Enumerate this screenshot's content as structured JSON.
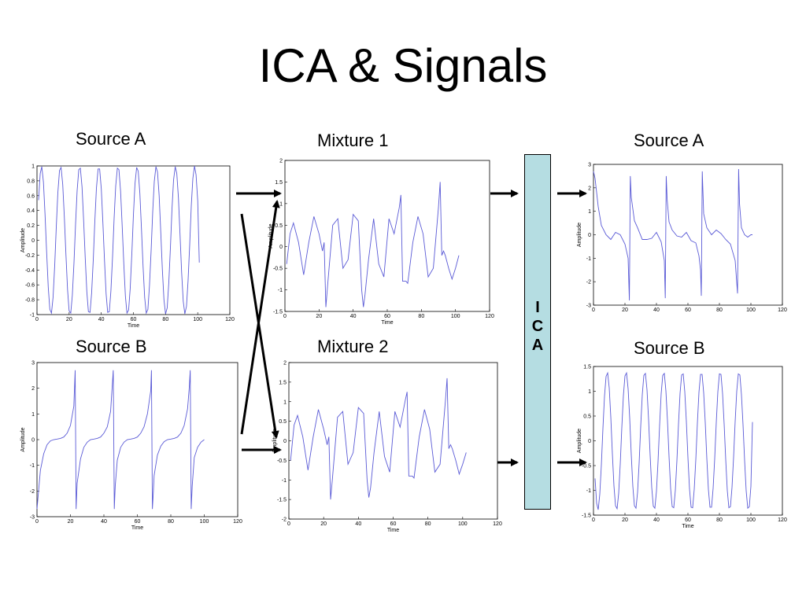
{
  "slide": {
    "title": "ICA & Signals"
  },
  "ica_box": {
    "letters": [
      "I",
      "C",
      "A"
    ],
    "color": "#b5dde2"
  },
  "line_color": "#5a5ad6",
  "chart_data": [
    {
      "id": "source-a-input",
      "label": "Source A",
      "type": "line",
      "xlabel": "Time",
      "ylabel": "Amplitude",
      "xlim": [
        0,
        120
      ],
      "ylim": [
        -1,
        1
      ],
      "xticks": [
        0,
        20,
        40,
        60,
        80,
        100,
        120
      ],
      "yticks": [
        -1,
        -0.8,
        -0.6,
        -0.4,
        -0.2,
        0,
        0.2,
        0.4,
        0.6,
        0.8,
        1
      ],
      "x": [
        1,
        2,
        3,
        4,
        5,
        6,
        7,
        8,
        9,
        10,
        11,
        12,
        13,
        14,
        15,
        16,
        17,
        18,
        19,
        20,
        21,
        22,
        23,
        24,
        25,
        26,
        27,
        28,
        29,
        30,
        31,
        32,
        33,
        34,
        35,
        36,
        37,
        38,
        39,
        40,
        41,
        42,
        43,
        44,
        45,
        46,
        47,
        48,
        49,
        50,
        51,
        52,
        53,
        54,
        55,
        56,
        57,
        58,
        59,
        60,
        61,
        62,
        63,
        64,
        65,
        66,
        67,
        68,
        69,
        70,
        71,
        72,
        73,
        74,
        75,
        76,
        77,
        78,
        79,
        80,
        81,
        82,
        83,
        84,
        85,
        86,
        87,
        88,
        89,
        90,
        91,
        92,
        93,
        94,
        95,
        96,
        97,
        98,
        99,
        100,
        101
      ],
      "y": [
        0.54,
        0.9,
        0.99,
        0.78,
        0.35,
        -0.17,
        -0.63,
        -0.93,
        -0.98,
        -0.77,
        -0.34,
        0.18,
        0.64,
        0.94,
        0.98,
        0.75,
        0.32,
        -0.2,
        -0.66,
        -0.95,
        -0.98,
        -0.74,
        -0.3,
        0.22,
        0.67,
        0.95,
        0.97,
        0.72,
        0.28,
        -0.24,
        -0.69,
        -0.96,
        -0.97,
        -0.71,
        -0.26,
        0.26,
        0.7,
        0.96,
        0.96,
        0.69,
        0.24,
        -0.28,
        -0.72,
        -0.97,
        -0.96,
        -0.68,
        -0.22,
        0.3,
        0.73,
        0.97,
        0.95,
        0.66,
        0.2,
        -0.32,
        -0.75,
        -0.98,
        -0.94,
        -0.65,
        -0.18,
        0.34,
        0.76,
        0.98,
        0.93,
        0.63,
        0.16,
        -0.36,
        -0.77,
        -0.98,
        -0.93,
        -0.61,
        -0.14,
        0.38,
        0.79,
        0.99,
        0.92,
        0.6,
        0.12,
        -0.4,
        -0.8,
        -0.99,
        -0.91,
        -0.58,
        -0.1,
        0.42,
        0.81,
        0.99,
        0.9,
        0.57,
        0.08,
        -0.44,
        -0.82,
        -0.99,
        -0.89,
        -0.55,
        -0.06,
        0.46,
        0.83,
        1.0,
        0.88,
        0.53,
        -0.3
      ]
    },
    {
      "id": "source-b-input",
      "label": "Source B",
      "type": "line",
      "xlabel": "Time",
      "ylabel": "Amplitude",
      "xlim": [
        0,
        120
      ],
      "ylim": [
        -3,
        3
      ],
      "xticks": [
        0,
        20,
        40,
        60,
        80,
        100,
        120
      ],
      "yticks": [
        -3,
        -2,
        -1,
        0,
        1,
        2,
        3
      ],
      "x": [
        0,
        2,
        4,
        6,
        8,
        10,
        12,
        14,
        16,
        18,
        20,
        22,
        22.8,
        23.4,
        24,
        26,
        28,
        30,
        32,
        34,
        36,
        38,
        40,
        42,
        44,
        45.6,
        46.2,
        46.8,
        48,
        50,
        52,
        54,
        56,
        58,
        60,
        62,
        64,
        66,
        68,
        68.4,
        69,
        69.6,
        70,
        72,
        74,
        76,
        78,
        80,
        82,
        84,
        86,
        88,
        90,
        91,
        91.6,
        92.2,
        92.8,
        94,
        96,
        98,
        100
      ],
      "y": [
        -2.7,
        -1.2,
        -0.55,
        -0.2,
        -0.05,
        0,
        0.02,
        0.05,
        0.1,
        0.25,
        0.55,
        1.3,
        2.7,
        -2.7,
        -1.7,
        -0.75,
        -0.3,
        -0.1,
        0,
        0.02,
        0.05,
        0.1,
        0.25,
        0.5,
        1.1,
        2.7,
        -2.7,
        -1.8,
        -0.8,
        -0.3,
        -0.1,
        0,
        0.02,
        0.05,
        0.1,
        0.25,
        0.5,
        1.0,
        1.9,
        2.7,
        -2.7,
        -2.0,
        -1.4,
        -0.6,
        -0.25,
        -0.08,
        0,
        0.02,
        0.05,
        0.1,
        0.25,
        0.55,
        1.2,
        2.0,
        2.7,
        -2.7,
        -1.8,
        -0.7,
        -0.3,
        -0.1,
        0
      ]
    },
    {
      "id": "mixture-1",
      "label": "Mixture 1",
      "type": "line",
      "xlabel": "Time",
      "ylabel": "Amplitude",
      "xlim": [
        0,
        120
      ],
      "ylim": [
        -1.5,
        2
      ],
      "xticks": [
        0,
        20,
        40,
        60,
        80,
        100,
        120
      ],
      "yticks": [
        -1.5,
        -1,
        -0.5,
        0,
        0.5,
        1,
        1.5,
        2
      ],
      "x": [
        1,
        3,
        5,
        8,
        11,
        14,
        17,
        20,
        22,
        23,
        24,
        25,
        28,
        31,
        34,
        37,
        40,
        43,
        45,
        46,
        47,
        49,
        52,
        55,
        58,
        61,
        64,
        67,
        68,
        69,
        70,
        71,
        72,
        75,
        78,
        81,
        84,
        87,
        90,
        91,
        92,
        93,
        94,
        96,
        98,
        100,
        102
      ],
      "y": [
        -0.4,
        0.3,
        0.55,
        0.1,
        -0.65,
        0.1,
        0.7,
        0.3,
        -0.1,
        0.1,
        -1.4,
        -0.9,
        0.5,
        0.65,
        -0.5,
        -0.3,
        0.75,
        0.6,
        -1.0,
        -1.4,
        -1.1,
        -0.3,
        0.65,
        -0.4,
        -0.7,
        0.65,
        0.3,
        0.9,
        1.2,
        -0.8,
        -0.8,
        -0.8,
        -0.85,
        0.1,
        0.7,
        0.3,
        -0.7,
        -0.5,
        0.9,
        1.5,
        -0.2,
        -0.1,
        -0.2,
        -0.5,
        -0.75,
        -0.5,
        -0.2
      ]
    },
    {
      "id": "mixture-2",
      "label": "Mixture 2",
      "type": "line",
      "xlabel": "Time",
      "ylabel": "Amplitude",
      "xlim": [
        0,
        120
      ],
      "ylim": [
        -2,
        2
      ],
      "xticks": [
        0,
        20,
        40,
        60,
        80,
        100,
        120
      ],
      "yticks": [
        -2,
        -1.5,
        -1,
        -0.5,
        0,
        0.5,
        1,
        1.5,
        2
      ],
      "x": [
        1,
        3,
        5,
        8,
        11,
        14,
        17,
        20,
        22,
        23,
        24,
        25,
        28,
        31,
        34,
        37,
        40,
        43,
        45,
        46,
        47,
        49,
        52,
        55,
        58,
        61,
        64,
        67,
        68,
        69,
        70,
        71,
        72,
        75,
        78,
        81,
        84,
        87,
        90,
        91,
        92,
        93,
        94,
        96,
        98,
        100,
        102
      ],
      "y": [
        -0.5,
        0.4,
        0.65,
        0.1,
        -0.75,
        0.1,
        0.8,
        0.3,
        -0.1,
        0.1,
        -1.5,
        -1.0,
        0.6,
        0.75,
        -0.6,
        -0.3,
        0.85,
        0.7,
        -1.0,
        -1.45,
        -1.2,
        -0.3,
        0.75,
        -0.4,
        -0.8,
        0.75,
        0.35,
        1.05,
        1.25,
        -0.9,
        -0.9,
        -0.9,
        -0.95,
        0.1,
        0.8,
        0.3,
        -0.8,
        -0.6,
        1.0,
        1.6,
        -0.2,
        -0.1,
        -0.2,
        -0.5,
        -0.85,
        -0.6,
        -0.3
      ]
    },
    {
      "id": "source-a-output",
      "label": "Source A",
      "type": "line",
      "xlabel": "",
      "ylabel": "Amplitude",
      "xlim": [
        0,
        120
      ],
      "ylim": [
        -3,
        3
      ],
      "xticks": [
        0,
        20,
        40,
        60,
        80,
        100,
        120
      ],
      "yticks": [
        -3,
        -2,
        -1,
        0,
        1,
        2,
        3
      ],
      "x": [
        0,
        1,
        3,
        5,
        8,
        11,
        14,
        17,
        20,
        22,
        22.8,
        23.4,
        24,
        26,
        28,
        31,
        34,
        37,
        40,
        43,
        45,
        45.6,
        46.2,
        46.8,
        48,
        50,
        53,
        56,
        59,
        62,
        65,
        67,
        68,
        68.5,
        69.1,
        69.6,
        70,
        72,
        75,
        78,
        81,
        84,
        87,
        90,
        91.5,
        92.2,
        92.8,
        94,
        96,
        98,
        100,
        101
      ],
      "y": [
        2.7,
        2.4,
        1.2,
        0.4,
        0,
        -0.2,
        0.1,
        0.0,
        -0.4,
        -1.0,
        -2.8,
        2.5,
        1.6,
        0.6,
        0.3,
        -0.2,
        -0.2,
        -0.15,
        0.1,
        -0.3,
        -1.1,
        -2.7,
        2.5,
        1.5,
        0.55,
        0.2,
        -0.05,
        -0.1,
        0.1,
        -0.25,
        -0.35,
        -0.9,
        -1.5,
        -2.6,
        2.7,
        1.7,
        0.9,
        0.3,
        0.0,
        0.2,
        0.05,
        -0.2,
        -0.4,
        -1.1,
        -2.5,
        2.8,
        1.3,
        0.3,
        0.0,
        -0.1,
        0,
        0
      ]
    },
    {
      "id": "source-b-output",
      "label": "Source B",
      "type": "line",
      "xlabel": "Time",
      "ylabel": "Amplitude",
      "xlim": [
        0,
        120
      ],
      "ylim": [
        -1.5,
        1.5
      ],
      "xticks": [
        0,
        20,
        40,
        60,
        80,
        100,
        120
      ],
      "yticks": [
        -1.5,
        -1,
        -0.5,
        0,
        0.5,
        1,
        1.5
      ],
      "x": [
        1,
        2,
        3,
        4,
        5,
        6,
        7,
        8,
        9,
        10,
        11,
        12,
        13,
        14,
        15,
        16,
        17,
        18,
        19,
        20,
        21,
        22,
        23,
        24,
        25,
        26,
        27,
        28,
        29,
        30,
        31,
        32,
        33,
        34,
        35,
        36,
        37,
        38,
        39,
        40,
        41,
        42,
        43,
        44,
        45,
        46,
        47,
        48,
        49,
        50,
        51,
        52,
        53,
        54,
        55,
        56,
        57,
        58,
        59,
        60,
        61,
        62,
        63,
        64,
        65,
        66,
        67,
        68,
        69,
        70,
        71,
        72,
        73,
        74,
        75,
        76,
        77,
        78,
        79,
        80,
        81,
        82,
        83,
        84,
        85,
        86,
        87,
        88,
        89,
        90,
        91,
        92,
        93,
        94,
        95,
        96,
        97,
        98,
        99,
        100,
        101
      ],
      "y": [
        -0.76,
        -1.26,
        -1.39,
        -1.08,
        -0.49,
        0.25,
        0.9,
        1.3,
        1.37,
        1.07,
        0.48,
        -0.26,
        -0.91,
        -1.31,
        -1.37,
        -1.06,
        -0.47,
        0.27,
        0.91,
        1.31,
        1.37,
        1.05,
        0.46,
        -0.28,
        -0.92,
        -1.31,
        -1.36,
        -1.04,
        -0.45,
        0.29,
        0.93,
        1.32,
        1.36,
        1.03,
        0.43,
        -0.3,
        -0.94,
        -1.32,
        -1.36,
        -1.02,
        -0.42,
        0.31,
        0.95,
        1.32,
        1.36,
        1.01,
        0.41,
        -0.32,
        -0.96,
        -1.33,
        -1.35,
        -1.0,
        -0.4,
        0.33,
        0.96,
        1.33,
        1.35,
        0.99,
        0.39,
        -0.34,
        -0.97,
        -1.34,
        -1.35,
        -0.98,
        -0.38,
        0.35,
        0.98,
        1.34,
        1.34,
        0.97,
        0.37,
        -0.36,
        -0.98,
        -1.34,
        -1.34,
        -0.96,
        -0.36,
        0.37,
        0.99,
        1.35,
        1.34,
        0.95,
        0.34,
        -0.38,
        -1.0,
        -1.35,
        -1.33,
        -0.94,
        -0.33,
        0.39,
        1.0,
        1.35,
        1.33,
        0.93,
        0.32,
        -0.4,
        -1.01,
        -1.36,
        -1.33,
        -0.92,
        0.38
      ]
    }
  ]
}
